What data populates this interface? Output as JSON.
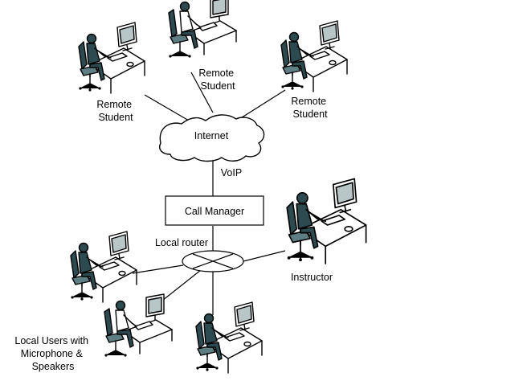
{
  "nodes": {
    "internet": "Internet",
    "call_manager": "Call Manager",
    "local_router": "Local router"
  },
  "edge_labels": {
    "voip": "VoIP"
  },
  "people": {
    "remote_student_left": [
      "Remote",
      "Student"
    ],
    "remote_student_top": [
      "Remote",
      "Student"
    ],
    "remote_student_right": [
      "Remote",
      "Student"
    ],
    "instructor": "Instructor",
    "local_users": [
      "Local Users with",
      "Microphone &",
      "Speakers"
    ]
  },
  "colors": {
    "seat_dark": "#2c4a4f",
    "seat_light": "#5d7f83",
    "line": "#000000"
  },
  "icons": [
    "workstation-icon",
    "cloud-icon",
    "router-icon"
  ]
}
